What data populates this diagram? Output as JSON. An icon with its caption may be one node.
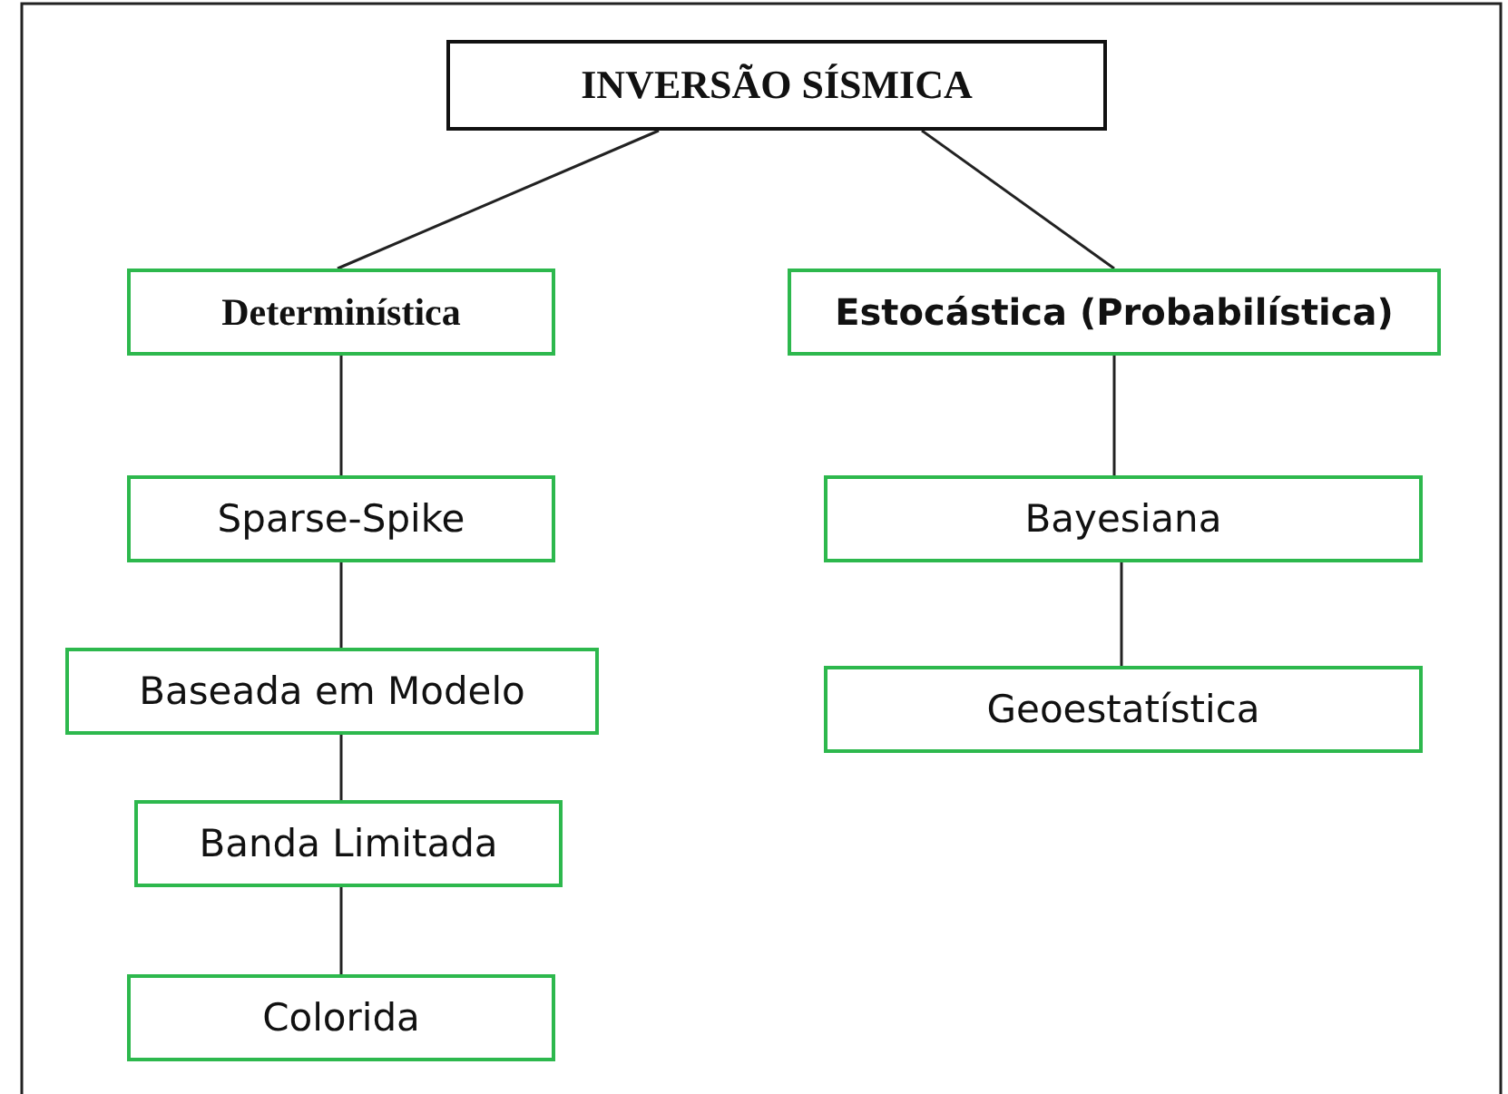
{
  "diagram": {
    "nodes": [
      {
        "text": [
          "INVERSÃO SÍSMICA"
        ]
      },
      {
        "text": [
          "Determinística"
        ]
      },
      {
        "text": [
          "Estocástica (Probabilística)"
        ]
      },
      {
        "text": [
          "Sparse-Spike"
        ]
      },
      {
        "text": [
          "Baseada em Modelo"
        ]
      },
      {
        "text": [
          "Banda Limitada"
        ]
      },
      {
        "text": [
          "Colorida"
        ]
      },
      {
        "text": [
          "Bayesiana"
        ]
      },
      {
        "text": [
          "Geoestatística"
        ]
      }
    ],
    "edges": [
      {
        "from": 0,
        "to": 1,
        "arrow": "none"
      },
      {
        "from": 0,
        "to": 2,
        "arrow": "none"
      },
      {
        "from": 1,
        "to": 3,
        "arrow": "none"
      },
      {
        "from": 3,
        "to": 4,
        "arrow": "none"
      },
      {
        "from": 4,
        "to": 5,
        "arrow": "none"
      },
      {
        "from": 5,
        "to": 6,
        "arrow": "none"
      },
      {
        "from": 2,
        "to": 7,
        "arrow": "none"
      },
      {
        "from": 7,
        "to": 8,
        "arrow": "none"
      }
    ]
  }
}
